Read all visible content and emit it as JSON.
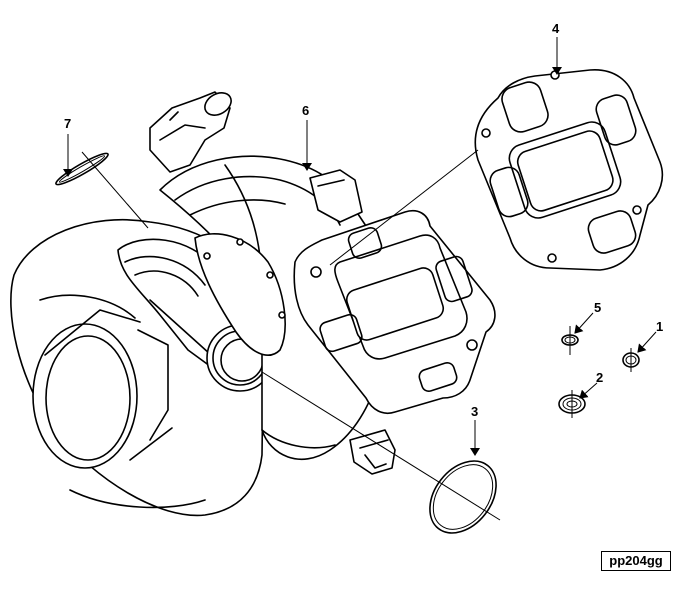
{
  "figure": {
    "reference_code": "pp204gg",
    "callouts": [
      {
        "id": "1",
        "label": "1"
      },
      {
        "id": "2",
        "label": "2"
      },
      {
        "id": "3",
        "label": "3"
      },
      {
        "id": "4",
        "label": "4"
      },
      {
        "id": "5",
        "label": "5"
      },
      {
        "id": "6",
        "label": "6"
      },
      {
        "id": "7",
        "label": "7"
      }
    ]
  }
}
